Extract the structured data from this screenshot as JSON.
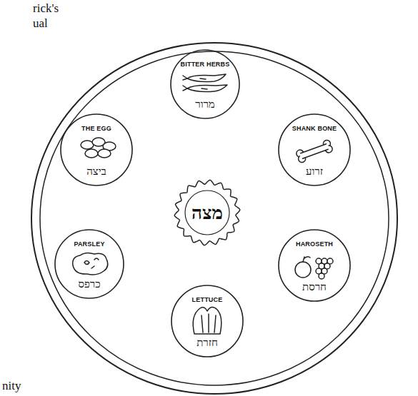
{
  "diagram": {
    "nodes": [
      {
        "text": [
          "BITTER HERBS",
          "מרור"
        ]
      },
      {
        "text": [
          "THE EGG",
          "ביצה"
        ]
      },
      {
        "text": [
          "SHANK BONE",
          "זרוע"
        ]
      },
      {
        "text": [
          "מצה"
        ]
      },
      {
        "text": [
          "PARSLEY",
          "כרפס"
        ]
      },
      {
        "text": [
          "HAROSETH",
          "חרסת"
        ]
      },
      {
        "text": [
          "LETTUCE",
          "חזרת"
        ]
      }
    ],
    "labels": [
      "rick's",
      "ual",
      "nity"
    ]
  }
}
